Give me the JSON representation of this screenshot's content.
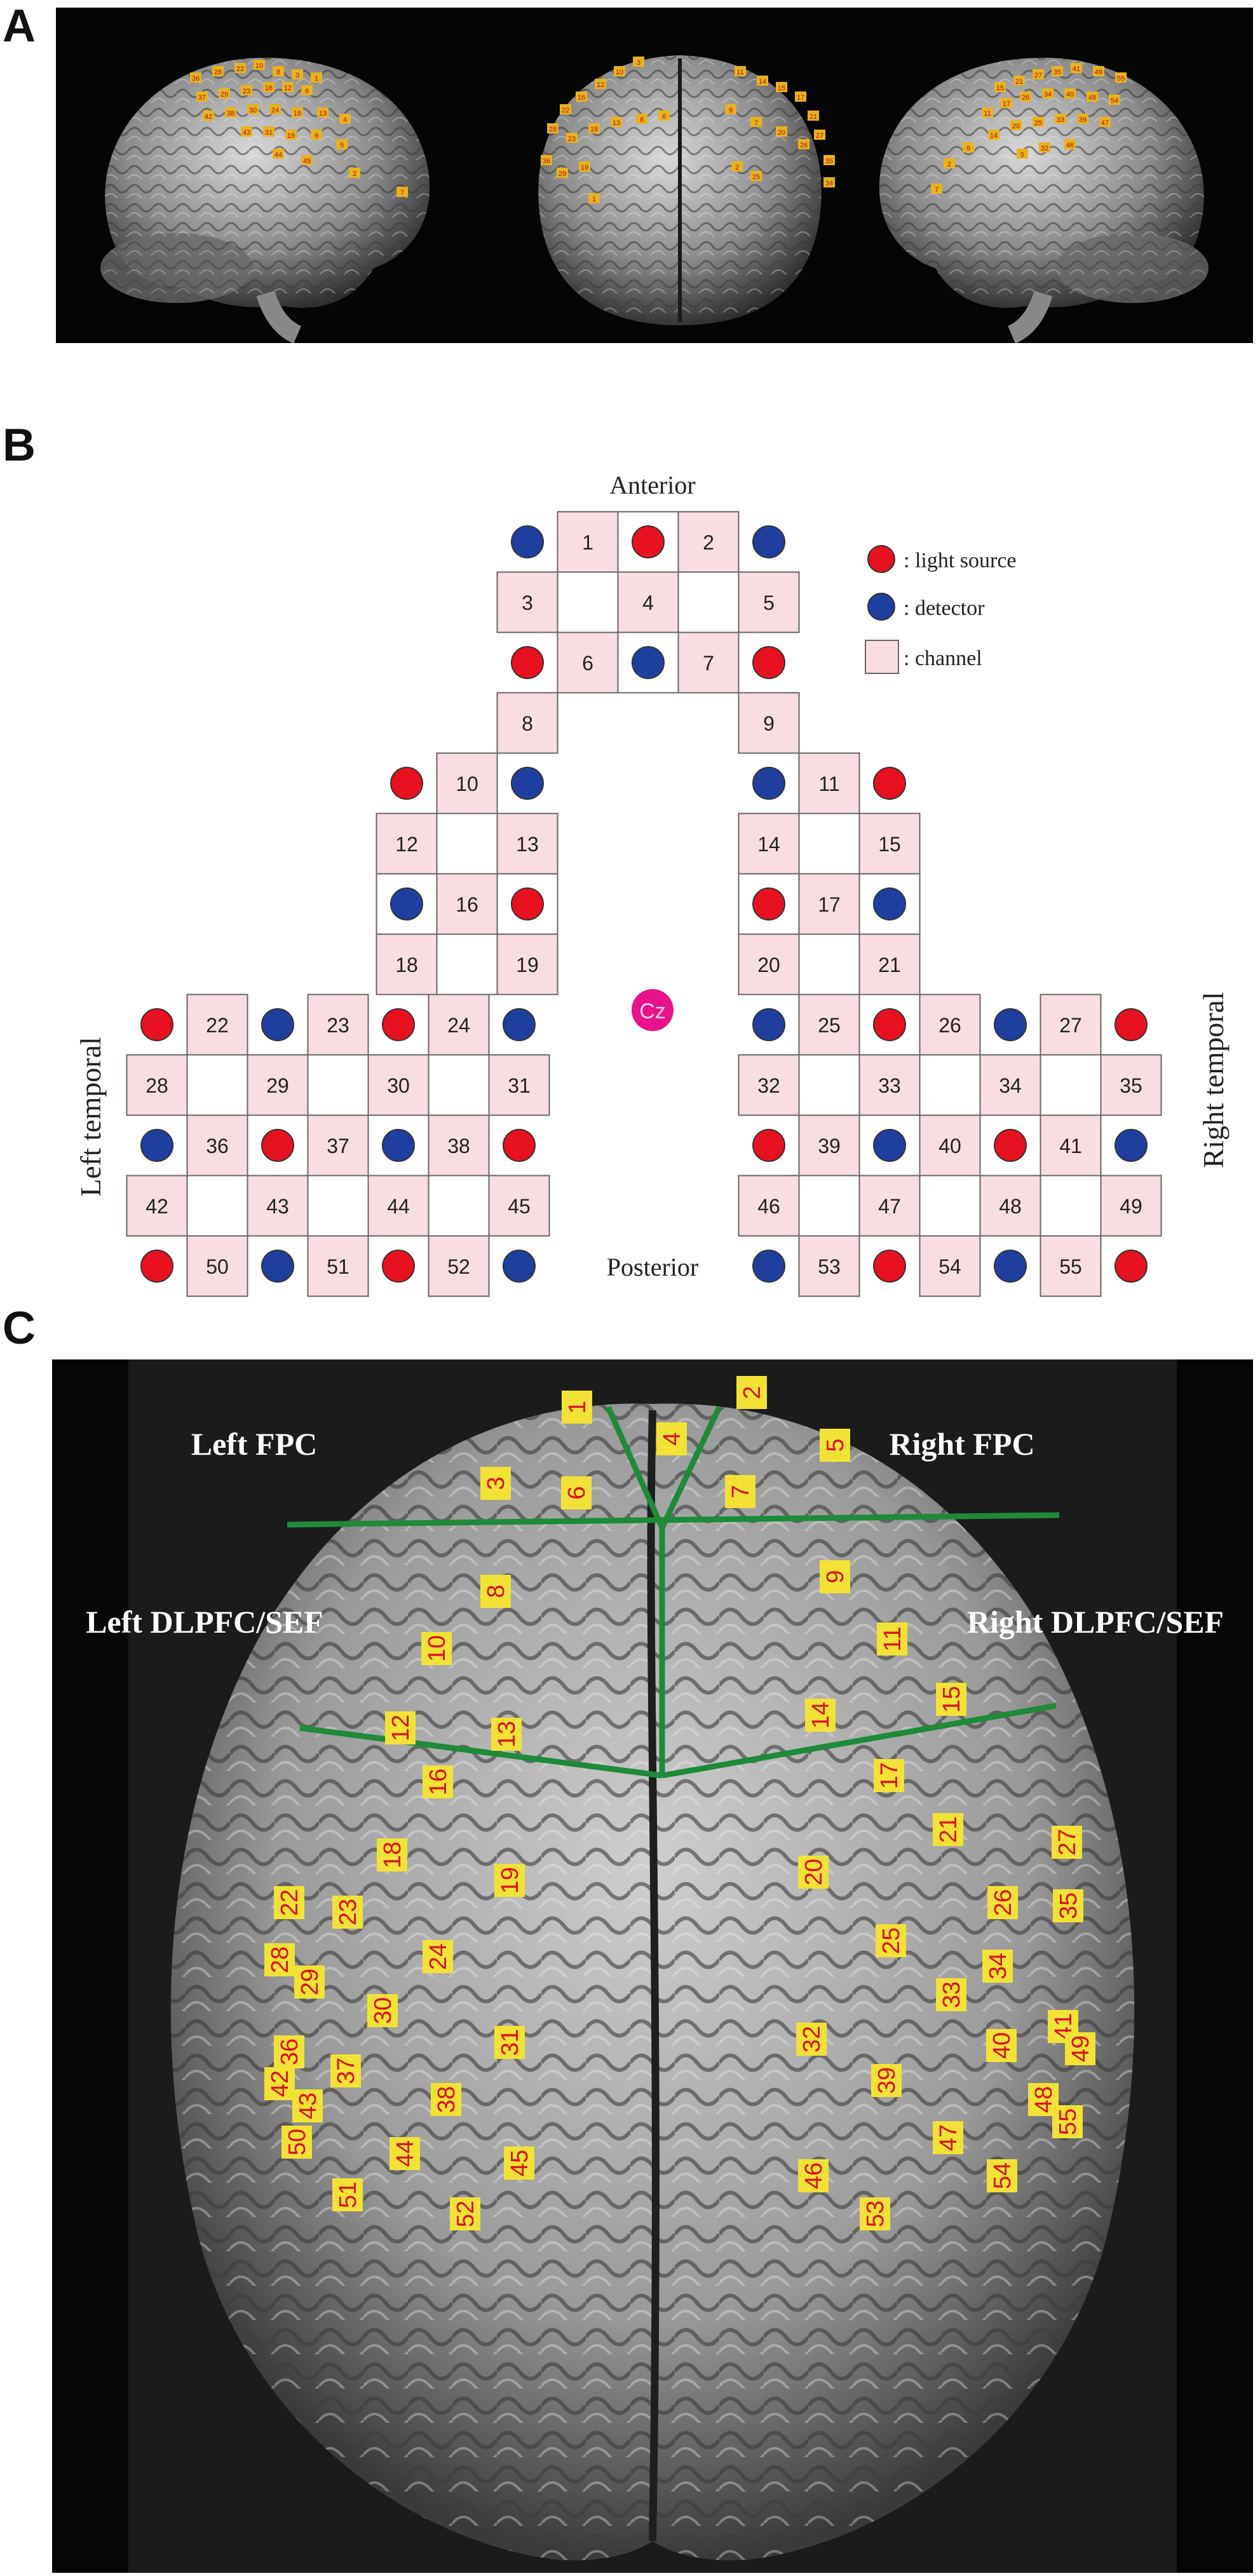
{
  "panels": {
    "a": {
      "letter": "A"
    },
    "b": {
      "letter": "B",
      "anterior_label": "Anterior",
      "posterior_label": "Posterior",
      "left_side_label": "Left temporal",
      "right_side_label": "Right temporal",
      "cz_label": "Cz",
      "legend": {
        "source": ": light source",
        "detector": ": detector",
        "channel": ": channel"
      },
      "colors": {
        "source": "#e8111f",
        "detector": "#1f3f9e",
        "channel_fill": "#f8dde2",
        "cz": "#e8128a"
      }
    },
    "c": {
      "letter": "C",
      "region_labels": {
        "left_fpc": "Left FPC",
        "right_fpc": "Right FPC",
        "left_dlpfc": "Left DLPFC/SEF",
        "right_dlpfc": "Right DLPFC/SEF"
      },
      "colors": {
        "marker_fill": "#f3e236",
        "marker_text": "#d8121a",
        "boundary_line": "#1e8a3a"
      }
    }
  },
  "channel_labels": [
    "1",
    "2",
    "3",
    "4",
    "5",
    "6",
    "7",
    "8",
    "9",
    "10",
    "11",
    "12",
    "13",
    "14",
    "15",
    "16",
    "17",
    "18",
    "19",
    "20",
    "21",
    "22",
    "23",
    "24",
    "25",
    "26",
    "27",
    "28",
    "29",
    "30",
    "31",
    "32",
    "33",
    "34",
    "35",
    "36",
    "37",
    "38",
    "39",
    "40",
    "41",
    "42",
    "43",
    "44",
    "45",
    "46",
    "47",
    "48",
    "49",
    "50",
    "51",
    "52",
    "53",
    "54",
    "55"
  ]
}
